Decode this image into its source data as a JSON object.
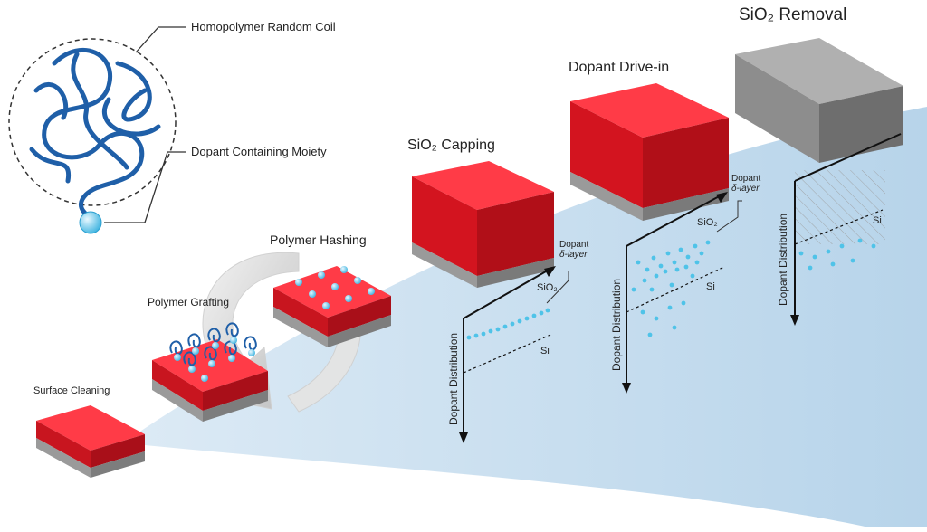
{
  "labels": {
    "homopolymer": "Homopolymer Random Coil",
    "dopant_moiety": "Dopant Containing Moiety",
    "polymer_hashing": "Polymer Hashing",
    "polymer_grafting": "Polymer Grafting",
    "surface_cleaning": "Surface Cleaning",
    "sio2_capping": "SiO₂ Capping",
    "dopant_drive_in": "Dopant Drive-in",
    "sio2_removal": "SiO₂ Removal"
  },
  "plots": {
    "capping": {
      "axis": "Dopant Distribution",
      "upper": "SiO₂",
      "lower": "Si",
      "delta_line1": "Dopant",
      "delta_line2": "δ-layer"
    },
    "drive_in": {
      "axis": "Dopant Distribution",
      "upper": "SiO₂",
      "lower": "Si",
      "delta_line1": "Dopant",
      "delta_line2": "δ-layer"
    },
    "removal": {
      "axis": "Dopant Distribution",
      "lower": "Si"
    }
  },
  "colors": {
    "wafer_red": "#e8202e",
    "oxide_gray": "#8a8a8a",
    "band_blue": "#bcd8ec",
    "dopant_cyan": "#4fc3e8",
    "polymer_blue": "#1f5fa8"
  }
}
